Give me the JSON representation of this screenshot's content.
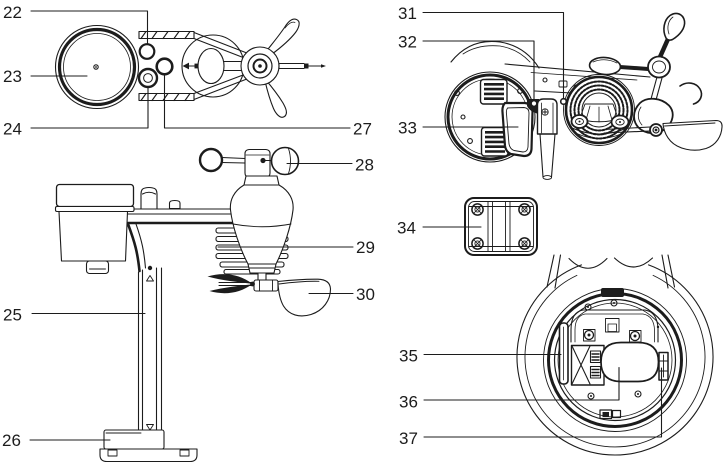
{
  "diagram": {
    "background": "#ffffff",
    "ink_color": "#1c1c1c",
    "callouts": {
      "n22": "22",
      "n23": "23",
      "n24": "24",
      "n25": "25",
      "n26": "26",
      "n27": "27",
      "n28": "28",
      "n29": "29",
      "n30": "30",
      "n31": "31",
      "n32": "32",
      "n33": "33",
      "n34": "34",
      "n35": "35",
      "n36": "36",
      "n37": "37"
    }
  }
}
